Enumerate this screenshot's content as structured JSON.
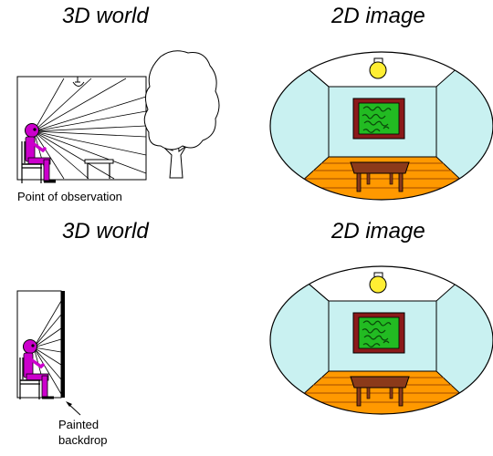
{
  "panels": {
    "top_left_title": "3D world",
    "top_right_title": "2D image",
    "bottom_left_title": "3D world",
    "bottom_right_title": "2D image"
  },
  "captions": {
    "observation": "Point of observation",
    "backdrop_line1": "Painted",
    "backdrop_line2": "backdrop"
  },
  "colors": {
    "wall": "#c9f1f1",
    "ceiling": "#ffffff",
    "floor": "#ff9900",
    "floor_lines": "#a04a00",
    "table": "#8b3a1a",
    "picture_frame": "#8b1a1a",
    "picture_canvas": "#22bb22",
    "lamp": "#ffee33",
    "person": "#cc00cc"
  }
}
